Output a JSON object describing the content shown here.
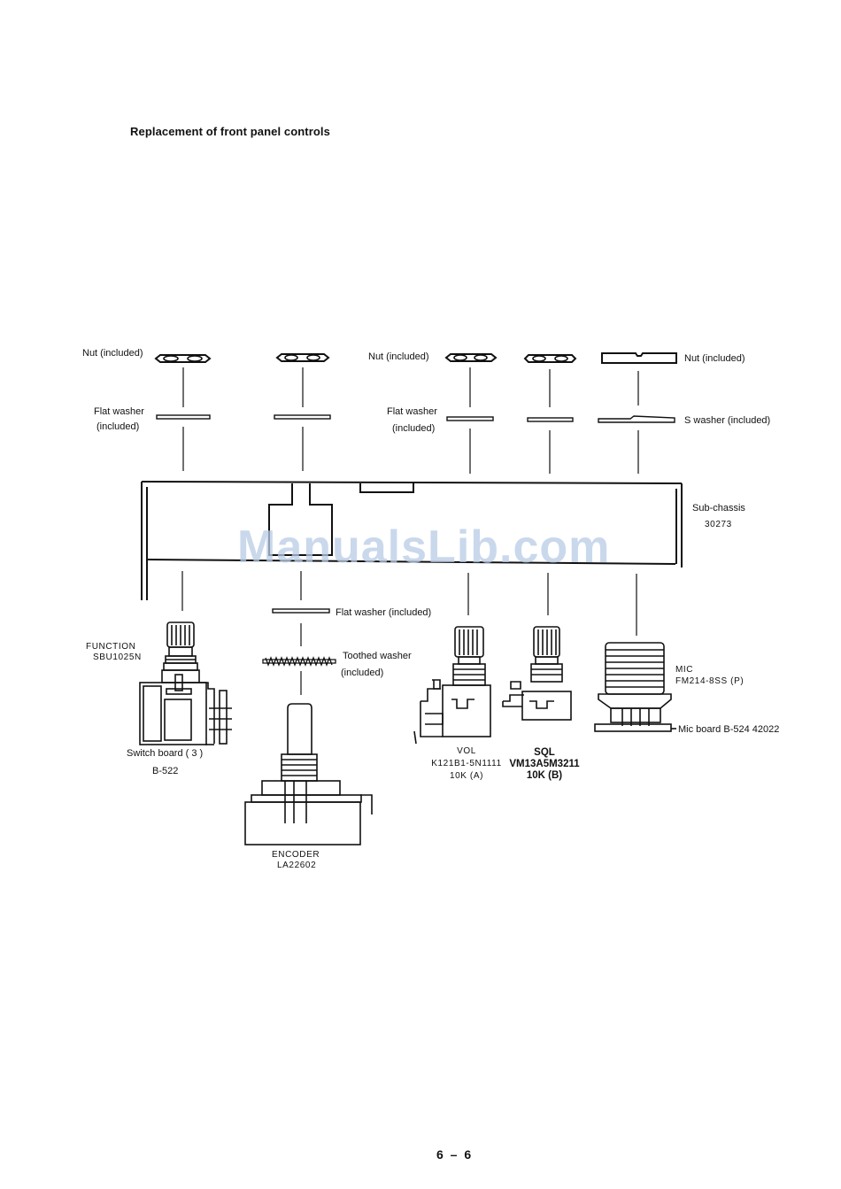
{
  "heading": "Replacement of front panel controls",
  "labels": {
    "nut_included_1": "Nut (included)",
    "nut_included_2": "Nut (included)",
    "nut_included_3": "Nut (included)",
    "flat_washer_1": "Flat washer",
    "included_1": "(included)",
    "flat_washer_2": "Flat washer",
    "included_2": "(included)",
    "s_washer": "S washer (included)",
    "sub_chassis": "Sub-chassis",
    "sub_chassis_no": "30273",
    "flat_washer_3": "Flat washer (included)",
    "toothed_washer": "Toothed washer",
    "included_3": "(included)",
    "function_name": "FUNCTION",
    "function_part": "SBU1025N",
    "switch_board": "Switch board ( 3 )",
    "switch_board_no": "B-522",
    "encoder_name": "ENCODER",
    "encoder_part": "LA22602",
    "vol_name": "VOL",
    "vol_part": "K121B1-5N1111",
    "vol_value": "10K (A)",
    "sql_name": "SQL",
    "sql_part": "VM13A5M3211",
    "sql_value": "10K (B)",
    "mic_name": "MIC",
    "mic_part": "FM214-8SS (P)",
    "mic_board": "Mic board B-524 42022"
  },
  "watermark": "ManualsLib.com",
  "page_number": "6 – 6"
}
